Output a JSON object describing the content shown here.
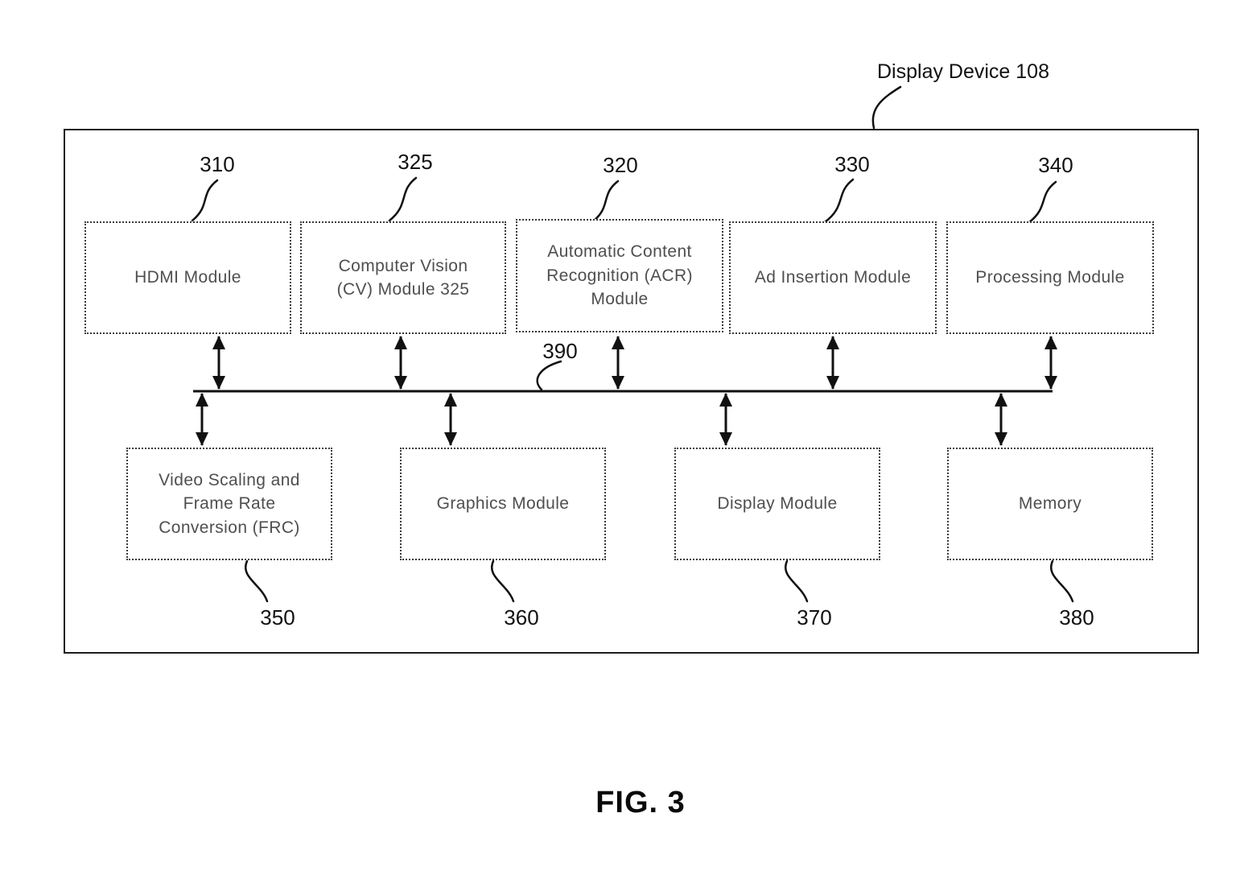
{
  "figure": {
    "device_label": "Display Device 108",
    "caption": "FIG. 3",
    "bus_ref": "390"
  },
  "modules": {
    "top_row": [
      {
        "label": "HDMI Module",
        "ref": "310"
      },
      {
        "label": "Computer Vision\n(CV) Module 325",
        "ref": "325"
      },
      {
        "label": "Automatic Content\nRecognition (ACR)\nModule",
        "ref": "320"
      },
      {
        "label": "Ad Insertion Module",
        "ref": "330"
      },
      {
        "label": "Processing Module",
        "ref": "340"
      }
    ],
    "bottom_row": [
      {
        "label": "Video Scaling and\nFrame Rate\nConversion (FRC)",
        "ref": "350"
      },
      {
        "label": "Graphics Module",
        "ref": "360"
      },
      {
        "label": "Display Module",
        "ref": "370"
      },
      {
        "label": "Memory",
        "ref": "380"
      }
    ]
  },
  "colors": {
    "line": "#111111",
    "box_border": "#3a3a3a",
    "box_text": "#4f4f4f",
    "background": "#ffffff"
  }
}
